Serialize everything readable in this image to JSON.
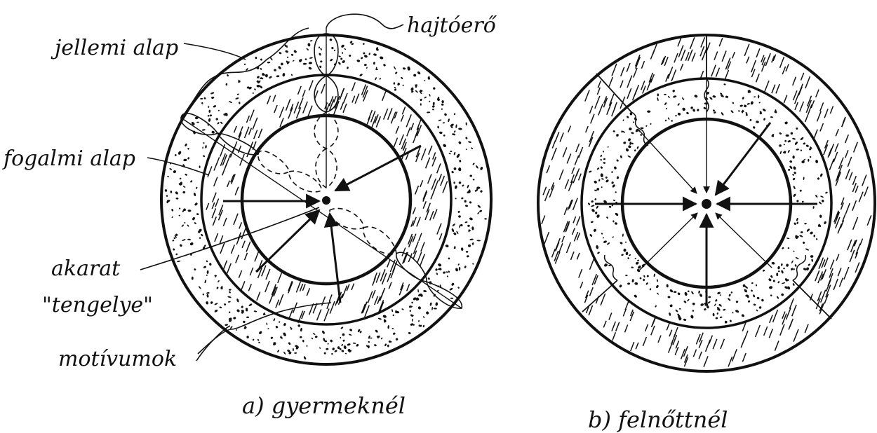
{
  "labels": {
    "character_base": "jellemi alap",
    "driving_force": "hajtóerő",
    "conceptual_base": "fogalmi alap",
    "will_axis_line1": "akarat",
    "will_axis_line2": "\"tengelye\"",
    "motives": "motívumok"
  },
  "captions": {
    "child": "a) gyermeknél",
    "adult": "b) felnőttnél"
  },
  "colors": {
    "ink": "#111111",
    "background": "#ffffff"
  }
}
